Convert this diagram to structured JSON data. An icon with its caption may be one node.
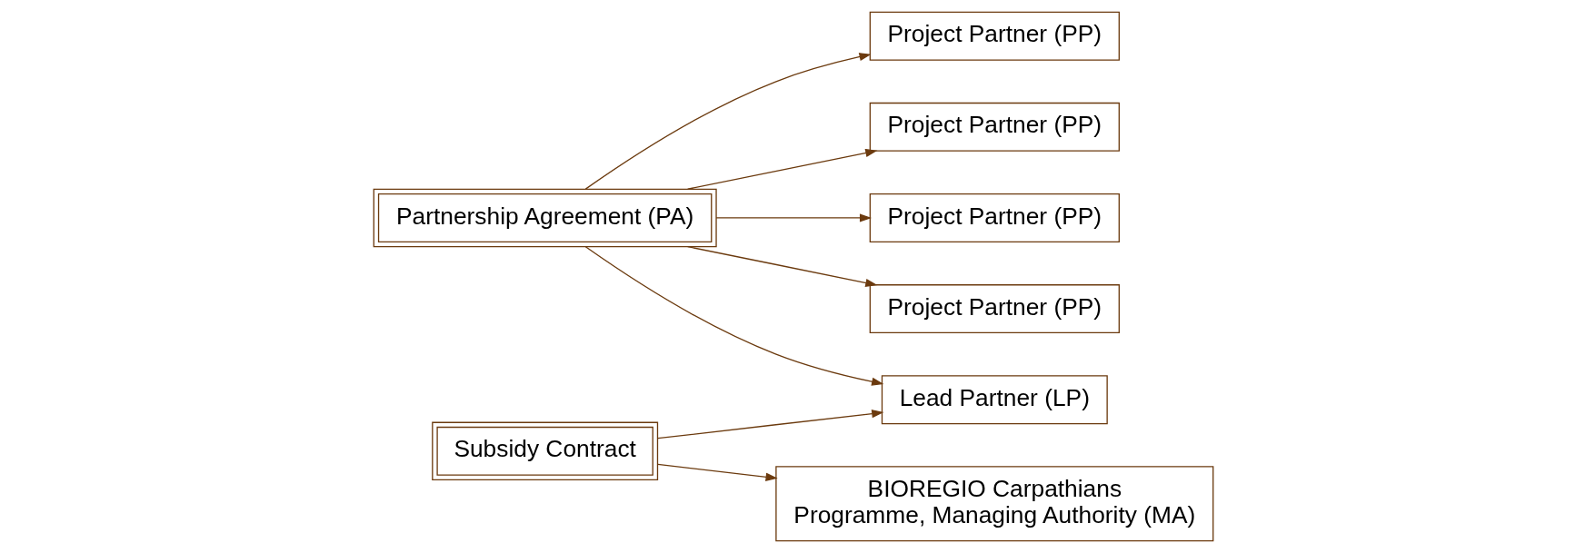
{
  "diagram": {
    "nodes": [
      {
        "text": [
          "Project Partner (PP)"
        ]
      },
      {
        "text": [
          "Project Partner (PP)"
        ]
      },
      {
        "text": [
          "Partnership Agreement (PA)"
        ]
      },
      {
        "text": [
          "Project Partner (PP)"
        ]
      },
      {
        "text": [
          "Lead Partner (LP)"
        ]
      },
      {
        "text": [
          "Subsidy Contract"
        ]
      },
      {
        "text": [
          "BIOREGIO Carpathians",
          "Programme, Managing Authority (MA)"
        ]
      },
      {
        "text": [
          "Project Partner (PP)"
        ]
      }
    ],
    "edges": [
      {
        "from": 2,
        "to": 0,
        "arrow": "to"
      },
      {
        "from": 2,
        "to": 1,
        "arrow": "to"
      },
      {
        "from": 2,
        "to": 3,
        "arrow": "to"
      },
      {
        "from": 2,
        "to": 7,
        "arrow": "to"
      },
      {
        "from": 2,
        "to": 4,
        "arrow": "to"
      },
      {
        "from": 5,
        "to": 4,
        "arrow": "to"
      },
      {
        "from": 5,
        "to": 6,
        "arrow": "to"
      }
    ]
  }
}
